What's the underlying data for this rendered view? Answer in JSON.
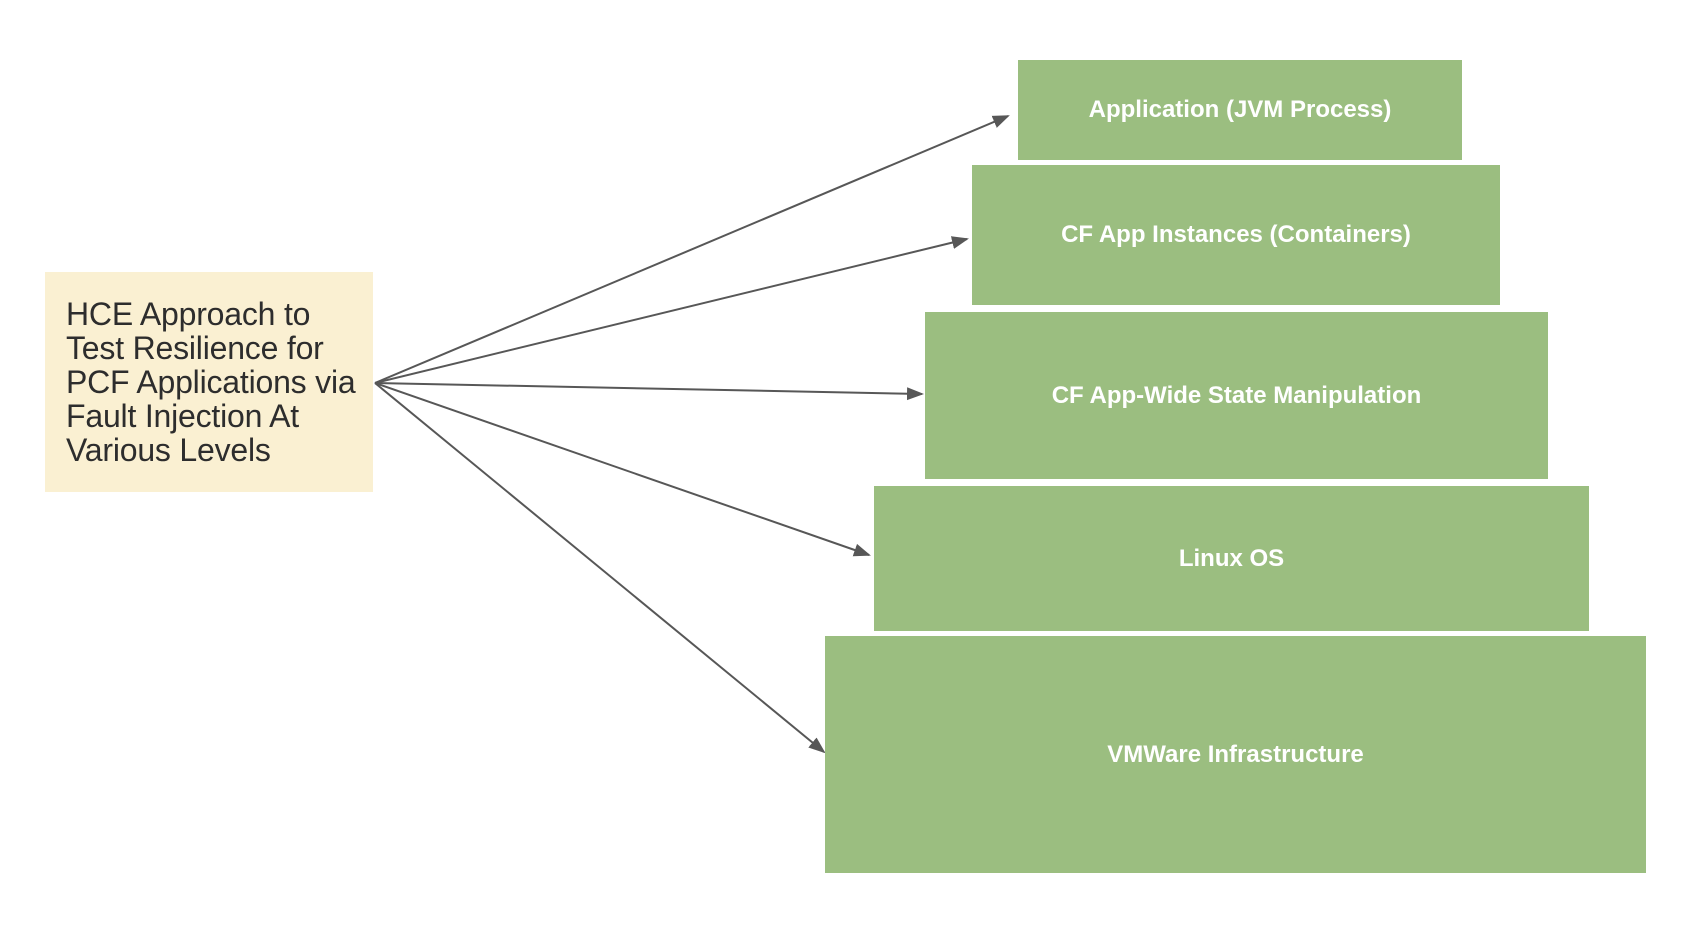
{
  "diagram": {
    "note": {
      "lines": [
        "HCE Approach to",
        "Test Resilience for",
        "PCF Applications via",
        "Fault Injection At",
        "Various Levels"
      ],
      "fill_color": "#FAF0D2",
      "text_color": "#2D2D2D"
    },
    "levels": [
      {
        "label": "Application (JVM Process)"
      },
      {
        "label": "CF App Instances (Containers)"
      },
      {
        "label": "CF App-Wide State Manipulation"
      },
      {
        "label": "Linux OS"
      },
      {
        "label": "VMWare Infrastructure"
      }
    ],
    "level_fill_color": "#9BBE80",
    "level_text_color": "#FFFFFF",
    "arrow_color": "#575757",
    "background_color": "#FFFFFF"
  }
}
